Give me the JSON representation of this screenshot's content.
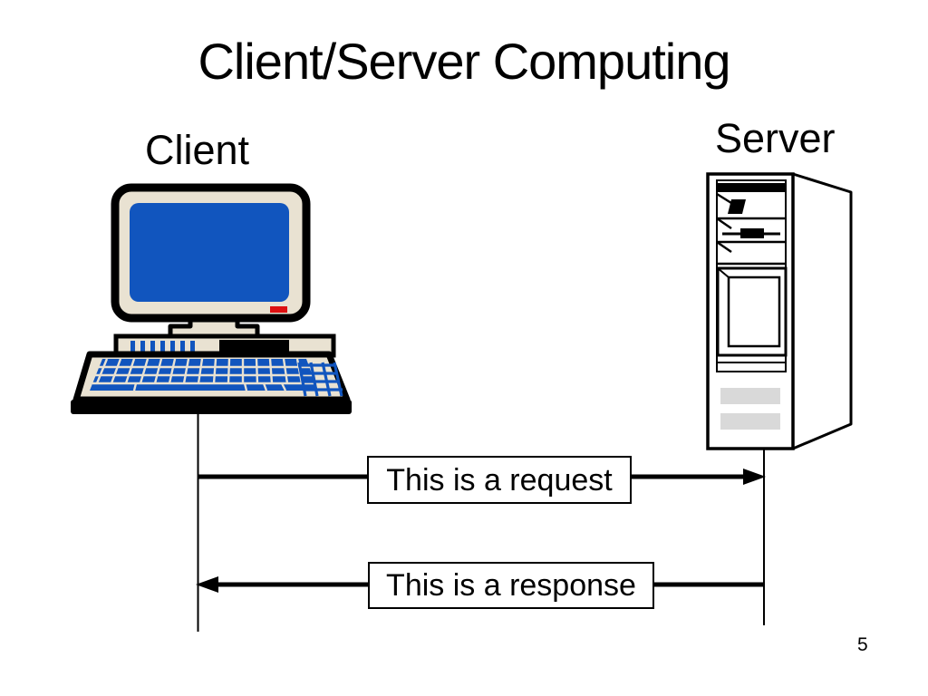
{
  "slide": {
    "title": "Client/Server Computing",
    "page_number": "5"
  },
  "nodes": {
    "client": {
      "label": "Client",
      "illustration": "desktop-computer"
    },
    "server": {
      "label": "Server",
      "illustration": "tower-server"
    }
  },
  "messages": {
    "request": {
      "label": "This is a request",
      "from": "Client",
      "to": "Server"
    },
    "response": {
      "label": "This is a response",
      "from": "Server",
      "to": "Client"
    }
  },
  "colors": {
    "ink": "#000000",
    "screen_blue": "#1155BE",
    "case_beige": "#E9E2D2",
    "indicator_red": "#DD1111",
    "vent_gray": "#D9D9D9",
    "slide_bg": "#FFFFFF"
  }
}
